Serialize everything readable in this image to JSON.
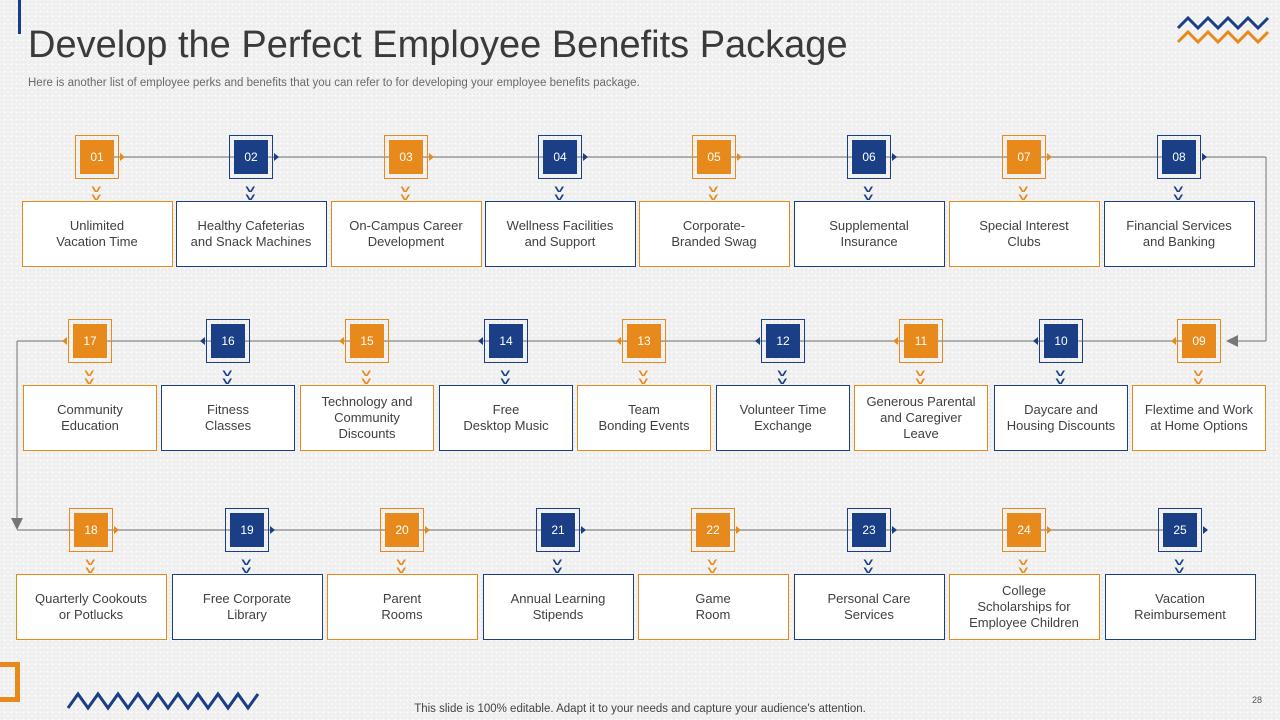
{
  "header": {
    "title": "Develop the Perfect Employee Benefits Package",
    "subtitle": "Here is another list of employee perks and benefits that you can refer to for developing your employee benefits package."
  },
  "footer": {
    "note": "This slide is 100% editable. Adapt it to your needs and capture your audience's attention.",
    "page_number": "28"
  },
  "colors": {
    "orange": "#e8891c",
    "blue": "#1a3f87",
    "connector": "#888888"
  },
  "steps": [
    {
      "num": "01",
      "label": "Unlimited\nVacation Time",
      "color": "orange"
    },
    {
      "num": "02",
      "label": "Healthy Cafeterias\nand Snack Machines",
      "color": "blue"
    },
    {
      "num": "03",
      "label": "On-Campus Career\nDevelopment",
      "color": "orange"
    },
    {
      "num": "04",
      "label": "Wellness Facilities\nand Support",
      "color": "blue"
    },
    {
      "num": "05",
      "label": "Corporate-\nBranded Swag",
      "color": "orange"
    },
    {
      "num": "06",
      "label": "Supplemental\nInsurance",
      "color": "blue"
    },
    {
      "num": "07",
      "label": "Special Interest\nClubs",
      "color": "orange"
    },
    {
      "num": "08",
      "label": "Financial Services\nand Banking",
      "color": "blue"
    },
    {
      "num": "09",
      "label": "Flextime and Work\nat Home Options",
      "color": "orange"
    },
    {
      "num": "10",
      "label": "Daycare and\nHousing Discounts",
      "color": "blue"
    },
    {
      "num": "11",
      "label": "Generous Parental\nand Caregiver\nLeave",
      "color": "orange"
    },
    {
      "num": "12",
      "label": "Volunteer Time\nExchange",
      "color": "blue"
    },
    {
      "num": "13",
      "label": "Team\nBonding Events",
      "color": "orange"
    },
    {
      "num": "14",
      "label": "Free\nDesktop Music",
      "color": "blue"
    },
    {
      "num": "15",
      "label": "Technology and\nCommunity\nDiscounts",
      "color": "orange"
    },
    {
      "num": "16",
      "label": "Fitness\nClasses",
      "color": "blue"
    },
    {
      "num": "17",
      "label": "Community\nEducation",
      "color": "orange"
    },
    {
      "num": "18",
      "label": "Quarterly Cookouts\nor Potlucks",
      "color": "orange"
    },
    {
      "num": "19",
      "label": "Free Corporate\nLibrary",
      "color": "blue"
    },
    {
      "num": "20",
      "label": "Parent\nRooms",
      "color": "orange"
    },
    {
      "num": "21",
      "label": "Annual Learning\nStipends",
      "color": "blue"
    },
    {
      "num": "22",
      "label": "Game\nRoom",
      "color": "orange"
    },
    {
      "num": "23",
      "label": "Personal Care\nServices",
      "color": "blue"
    },
    {
      "num": "24",
      "label": "College\nScholarships for\nEmployee Children",
      "color": "orange"
    },
    {
      "num": "25",
      "label": "Vacation\nReimbursement",
      "color": "blue"
    }
  ]
}
